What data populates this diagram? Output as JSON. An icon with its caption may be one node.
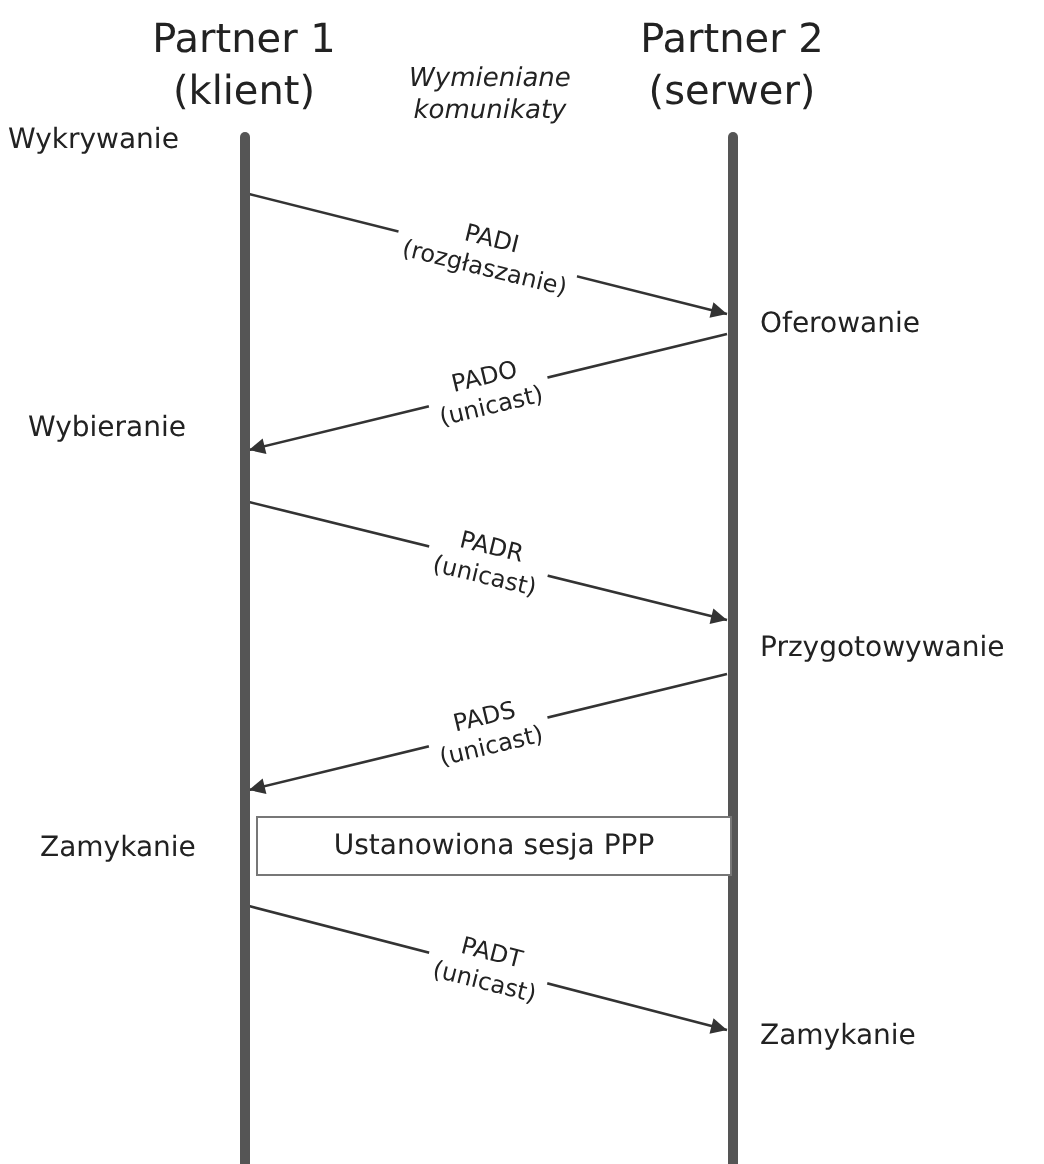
{
  "diagram": {
    "nodes": [
      {
        "text": [
          "Partner 1 (klient)"
        ]
      },
      {
        "text": [
          "Partner 2 (serwer)"
        ]
      },
      {
        "text": [
          "Ustanowiona sesja PPP"
        ]
      }
    ],
    "edges": [
      {
        "from": 0,
        "to": 1,
        "arrow": "to",
        "label": "PADI (rozgłaszanie)"
      },
      {
        "from": 1,
        "to": 0,
        "arrow": "to",
        "label": "PADO (unicast)"
      },
      {
        "from": 0,
        "to": 1,
        "arrow": "to",
        "label": "PADR (unicast)"
      },
      {
        "from": 1,
        "to": 0,
        "arrow": "to",
        "label": "PADS (unicast)"
      },
      {
        "from": 0,
        "to": 1,
        "arrow": "to",
        "label": "PADT (unicast)"
      }
    ],
    "labels": [
      "Wymieniane komunikaty",
      "Wykrywanie",
      "Oferowanie",
      "Wybieranie",
      "Przygotowywanie",
      "Zamykanie",
      "Zamykanie"
    ]
  }
}
